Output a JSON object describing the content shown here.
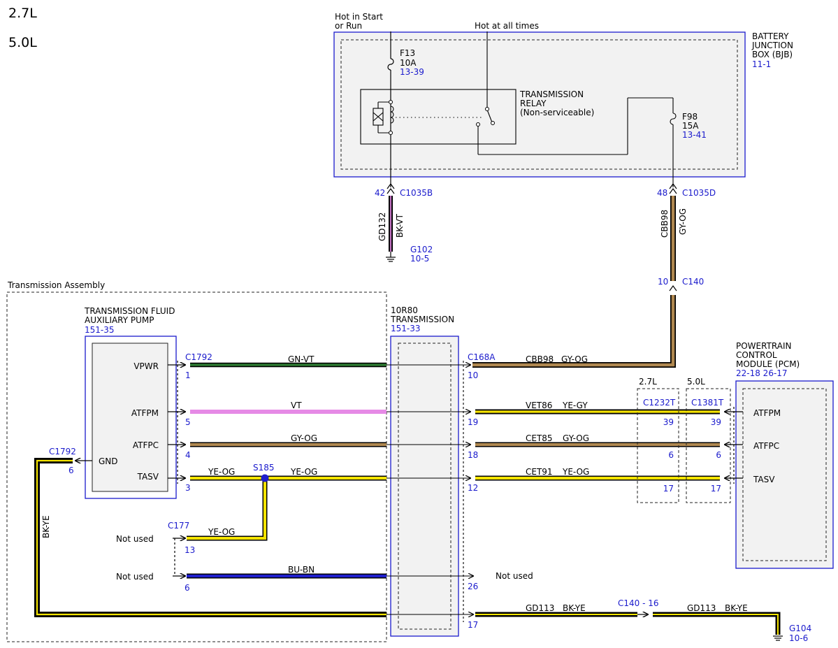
{
  "engine_variants": [
    "2.7L",
    "5.0L"
  ],
  "bjb": {
    "title_lines": [
      "BATTERY",
      "JUNCTION",
      "BOX (BJB)"
    ],
    "ref": "11-1",
    "hot_in_start_lines": [
      "Hot in Start",
      "or Run"
    ],
    "hot_at_all_times": "Hot at all times",
    "fuse_f13": {
      "name": "F13",
      "rating": "10A",
      "ref": "13-39"
    },
    "fuse_f98": {
      "name": "F98",
      "rating": "15A",
      "ref": "13-41"
    },
    "relay_lines": [
      "TRANSMISSION",
      "RELAY",
      "(Non-serviceable)"
    ]
  },
  "left_drop": {
    "pin": "42",
    "connector": "C1035B",
    "circuit": "GD132",
    "color": "BK-VT",
    "ground": "G102",
    "ground_ref": "10-5"
  },
  "right_drop": {
    "pin": "48",
    "connector": "C1035D",
    "circuit": "CBB98",
    "color": "GY-OG",
    "c140_pin": "10",
    "c140": "C140"
  },
  "trans_assembly": {
    "label": "Transmission Assembly"
  },
  "pump": {
    "title_lines": [
      "TRANSMISSION FLUID",
      "AUXILIARY PUMP"
    ],
    "ref": "151-35",
    "pins": [
      "VPWR",
      "ATFPM",
      "ATFPC",
      "TASV",
      "GND"
    ],
    "connector": "C1792",
    "pin_numbers": {
      "vpwr": "1",
      "atfpm": "5",
      "atfpc": "4",
      "tasv": "3"
    },
    "gnd_connector": "C1792",
    "gnd_pin": "6"
  },
  "transmission_10r80": {
    "title_lines": [
      "10R80",
      "TRANSMISSION"
    ],
    "ref": "151-33"
  },
  "left_wires": {
    "vpwr": "GN-VT",
    "atfpm": "VT",
    "atfpc": "GY-OG",
    "tasv_a": "YE-OG",
    "tasv_b": "YE-OG",
    "c177_wire": "YE-OG",
    "bu_bn": "BU-BN",
    "gnd": "BK-YE"
  },
  "splice": "S185",
  "c177": {
    "name": "C177",
    "pin": "13",
    "not_used": "Not used"
  },
  "lower_not_used": {
    "label": "Not used",
    "pin": "6"
  },
  "c168a": {
    "name": "C168A",
    "pins": {
      "vpwr": "10",
      "atfpm": "19",
      "atfpc": "18",
      "tasv": "12",
      "not_used": "26",
      "gnd": "17"
    },
    "not_used": "Not used"
  },
  "right_wires": {
    "vpwr": {
      "circuit": "CBB98",
      "color": "GY-OG"
    },
    "atfpm": {
      "circuit": "VET86",
      "color": "YE-GY"
    },
    "atfpc": {
      "circuit": "CET85",
      "color": "GY-OG"
    },
    "tasv": {
      "circuit": "CET91",
      "color": "YE-OG"
    },
    "gnd_a": {
      "circuit": "GD113",
      "color": "BK-YE"
    },
    "gnd_b": {
      "circuit": "GD113",
      "color": "BK-YE"
    }
  },
  "c140_16": "C140 - 16",
  "ground_g104": {
    "name": "G104",
    "ref": "10-6"
  },
  "c1232t": {
    "label": "2.7L",
    "name": "C1232T",
    "pins": [
      "39",
      "6",
      "17"
    ]
  },
  "c1381t": {
    "label": "5.0L",
    "name": "C1381T",
    "pins": [
      "39",
      "6",
      "17"
    ]
  },
  "pcm": {
    "title_lines": [
      "POWERTRAIN",
      "CONTROL",
      "MODULE (PCM)"
    ],
    "ref": "22-18 26-17",
    "pins": [
      "ATFPM",
      "ATFPC",
      "TASV"
    ]
  },
  "colors": {
    "ref_blue": "#1a1acc",
    "box_fill": "#f2f2f2",
    "wire_green": "#2e7d32",
    "wire_violet": "#e68ae6",
    "wire_gray_orange": "#b08850",
    "wire_yellow": "#f5e400",
    "wire_blue": "#1f1fcc",
    "wire_black": "#111111"
  }
}
